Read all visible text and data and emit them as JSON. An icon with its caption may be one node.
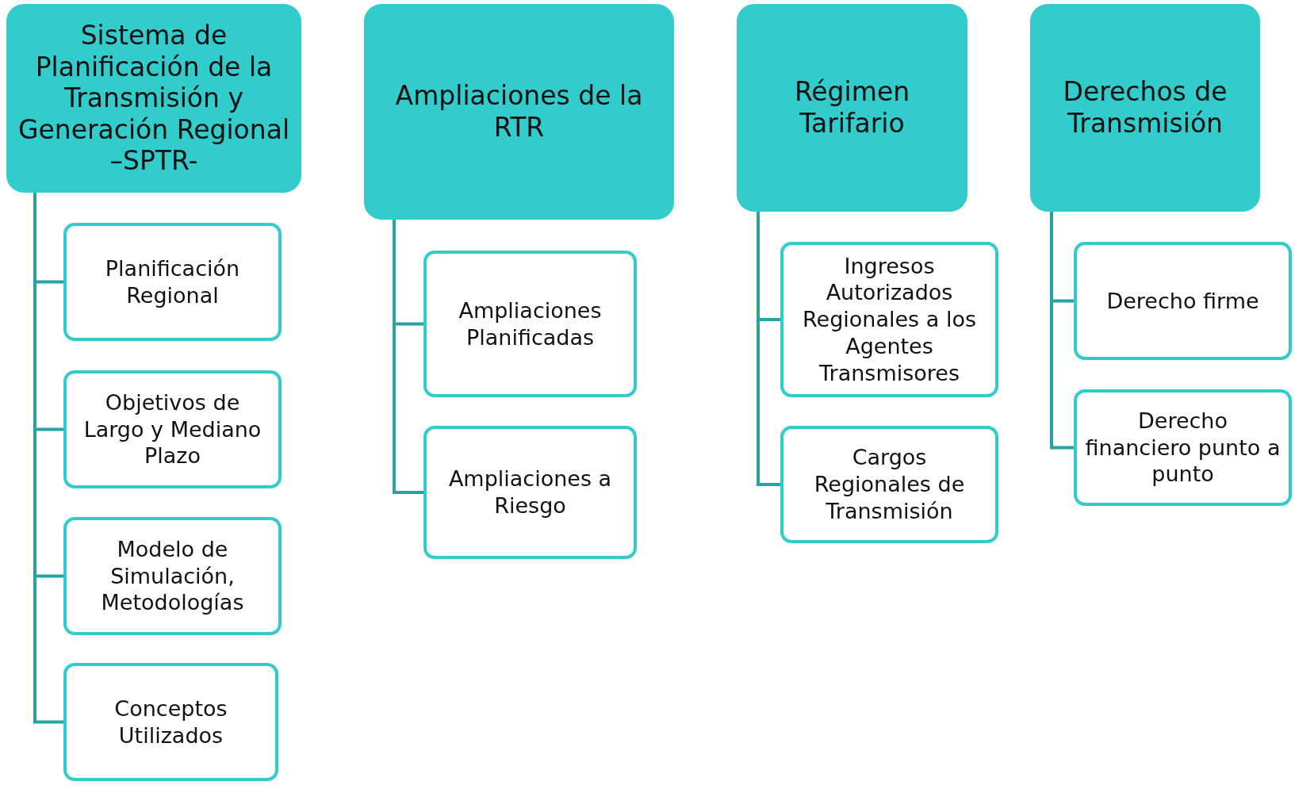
{
  "diagram": {
    "nodes": [
      {
        "text": [
          "Sistema de Planificación de la Transmisión y Generación Regional –SPTR-"
        ]
      },
      {
        "text": [
          "Planificación Regional"
        ]
      },
      {
        "text": [
          "Objetivos de Largo y Mediano Plazo"
        ]
      },
      {
        "text": [
          "Modelo de Simulación, Metodologías"
        ]
      },
      {
        "text": [
          "Conceptos Utilizados"
        ]
      },
      {
        "text": [
          "Ampliaciones de la RTR"
        ]
      },
      {
        "text": [
          "Ampliaciones Planificadas"
        ]
      },
      {
        "text": [
          "Ampliaciones a Riesgo"
        ]
      },
      {
        "text": [
          "Régimen Tarifario"
        ]
      },
      {
        "text": [
          "Ingresos Autorizados Regionales a los Agentes Transmisores"
        ]
      },
      {
        "text": [
          "Cargos Regionales de Transmisión"
        ]
      },
      {
        "text": [
          "Derechos de Transmisión"
        ]
      },
      {
        "text": [
          "Derecho firme"
        ]
      },
      {
        "text": [
          "Derecho financiero punto a punto"
        ]
      }
    ],
    "edges": [
      {
        "from": 0,
        "to": 1,
        "arrow": "none"
      },
      {
        "from": 0,
        "to": 2,
        "arrow": "none"
      },
      {
        "from": 0,
        "to": 3,
        "arrow": "none"
      },
      {
        "from": 0,
        "to": 4,
        "arrow": "none"
      },
      {
        "from": 5,
        "to": 6,
        "arrow": "none"
      },
      {
        "from": 5,
        "to": 7,
        "arrow": "none"
      },
      {
        "from": 8,
        "to": 9,
        "arrow": "none"
      },
      {
        "from": 8,
        "to": 10,
        "arrow": "none"
      },
      {
        "from": 11,
        "to": 12,
        "arrow": "none"
      },
      {
        "from": 11,
        "to": 13,
        "arrow": "none"
      }
    ]
  }
}
